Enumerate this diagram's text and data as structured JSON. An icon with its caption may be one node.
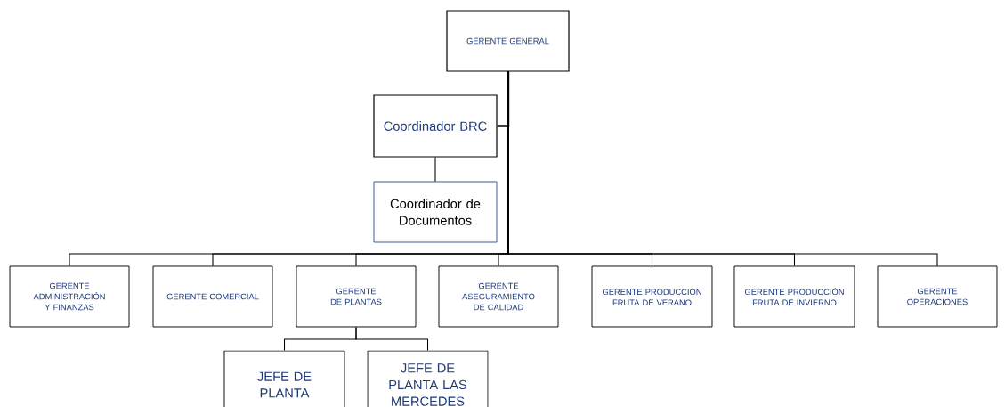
{
  "diagram": {
    "nodes": [
      {
        "text": [
          "GERENTE GENERAL"
        ]
      },
      {
        "text": [
          "Coordinador BRC"
        ]
      },
      {
        "text": [
          "Coordinador de Documentos"
        ]
      },
      {
        "text": [
          "GERENTE ADMINISTRACIÓN Y FINANZAS"
        ]
      },
      {
        "text": [
          "GERENTE COMERCIAL"
        ]
      },
      {
        "text": [
          "GERENTE DE PLANTAS"
        ]
      },
      {
        "text": [
          "GERENTE ASEGURAMIENTO DE CALIDAD"
        ]
      },
      {
        "text": [
          "GERENTE PRODUCCIÓN FRUTA DE VERANO"
        ]
      },
      {
        "text": [
          "GERENTE PRODUCCIÓN FRUTA DE INVIERNO"
        ]
      },
      {
        "text": [
          "GERENTE OPERACIONES"
        ]
      },
      {
        "text": [
          "JEFE DE PLANTA"
        ]
      },
      {
        "text": [
          "JEFE DE PLANTA LAS MERCEDES"
        ]
      }
    ],
    "edges": [
      {
        "from": 0,
        "to": 1,
        "arrow": "none"
      },
      {
        "from": 1,
        "to": 2,
        "arrow": "none"
      },
      {
        "from": 0,
        "to": 3,
        "arrow": "none"
      },
      {
        "from": 0,
        "to": 4,
        "arrow": "none"
      },
      {
        "from": 0,
        "to": 5,
        "arrow": "none"
      },
      {
        "from": 0,
        "to": 6,
        "arrow": "none"
      },
      {
        "from": 0,
        "to": 7,
        "arrow": "none"
      },
      {
        "from": 0,
        "to": 8,
        "arrow": "none"
      },
      {
        "from": 0,
        "to": 9,
        "arrow": "none"
      },
      {
        "from": 5,
        "to": 10,
        "arrow": "none"
      },
      {
        "from": 5,
        "to": 11,
        "arrow": "none"
      }
    ]
  }
}
